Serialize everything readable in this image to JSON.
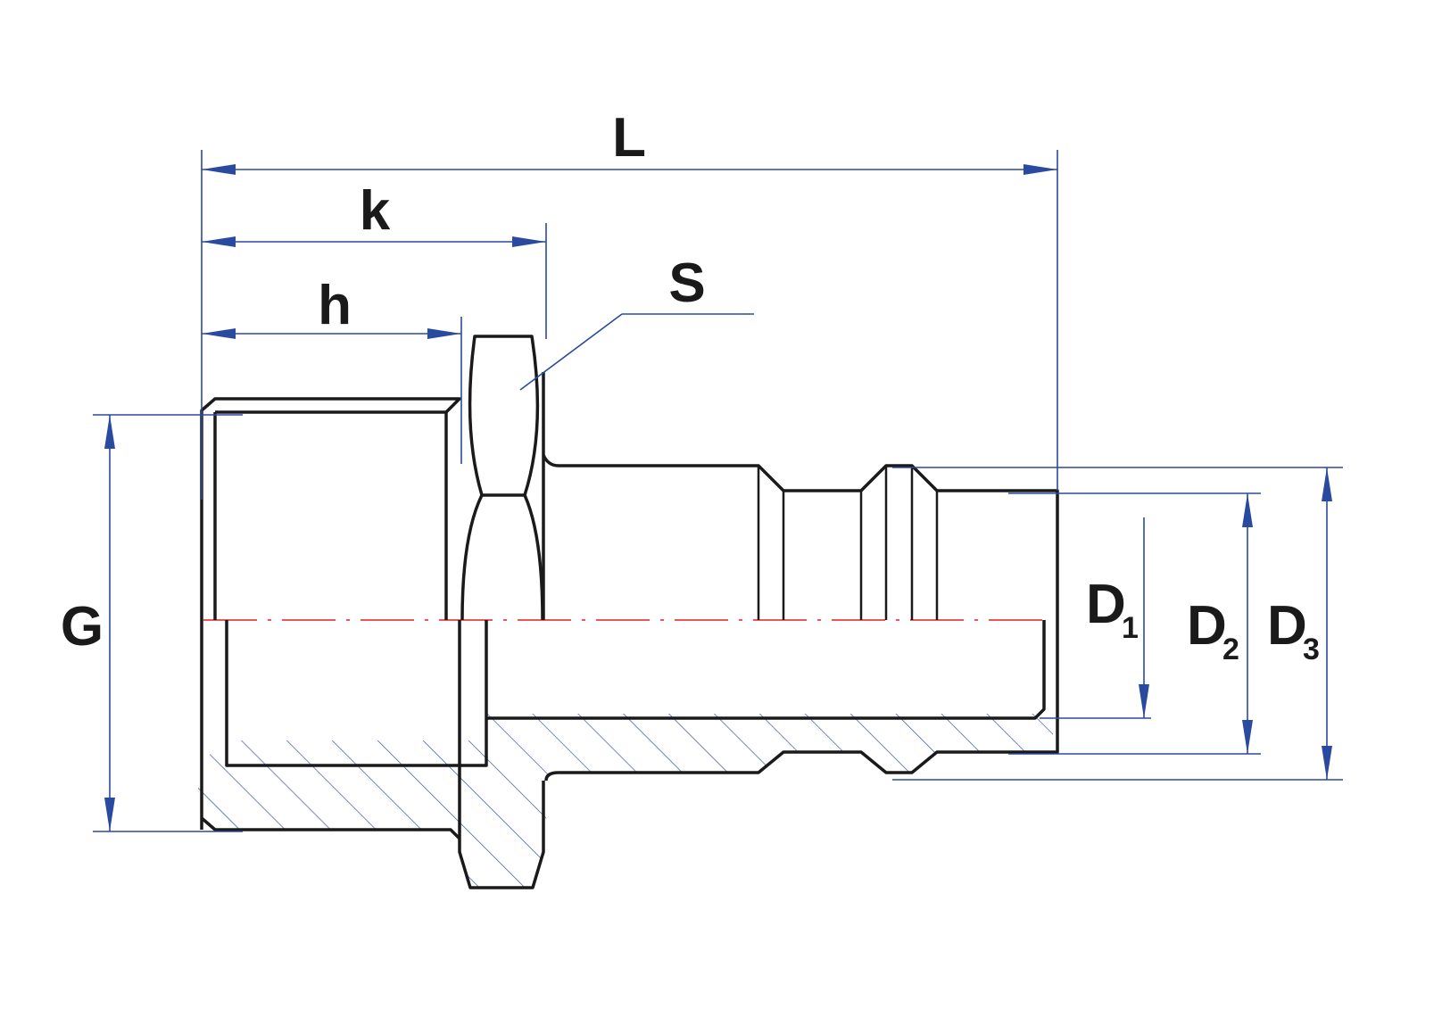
{
  "labels": {
    "L": "L",
    "k": "k",
    "h": "h",
    "S": "S",
    "G": "G",
    "D1": "D",
    "D1_sub": "1",
    "D2": "D",
    "D2_sub": "2",
    "D3": "D",
    "D3_sub": "3"
  },
  "colors": {
    "outline": "#1a1a1a",
    "dimension": "#2a4aa0",
    "axis": "#e02020"
  }
}
